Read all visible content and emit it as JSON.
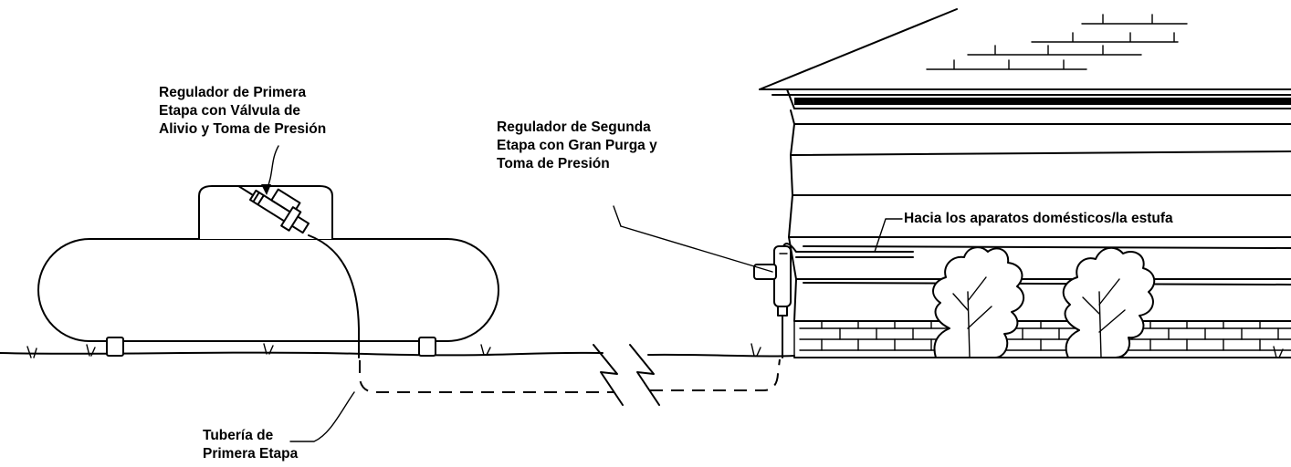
{
  "labels": {
    "first_stage_regulator": [
      "Regulador de Primera",
      "Etapa con Válvula de",
      "Alivio y Toma de Presión"
    ],
    "second_stage_regulator": [
      "Regulador de Segunda",
      "Etapa con Gran Purga y",
      "Toma de Presión"
    ],
    "to_appliances": "Hacia los aparatos domésticos/la estufa",
    "first_stage_piping": [
      "Tubería de",
      "Primera Etapa"
    ]
  }
}
